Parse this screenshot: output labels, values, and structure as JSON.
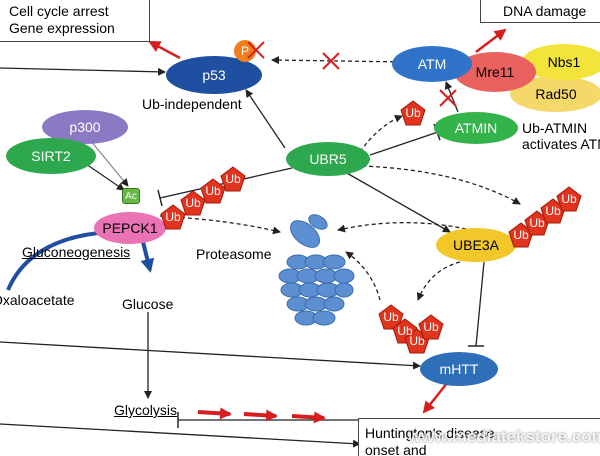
{
  "boxes": {
    "cell_cycle_line1": "Cell cycle arrest",
    "cell_cycle_line2": "Gene expression",
    "dna_damage": "DNA damage",
    "huntington_line1": "Huntington's disease",
    "huntington_line2": "onset and"
  },
  "nodes": {
    "p53": "p53",
    "atm": "ATM",
    "mre11": "Mre11",
    "nbs1": "Nbs1",
    "rad50": "Rad50",
    "atmin": "ATMIN",
    "p300": "p300",
    "sirt2": "SIRT2",
    "ubr5": "UBR5",
    "pepck1": "PEPCK1",
    "ube3a": "UBE3A",
    "mhtt": "mHTT"
  },
  "badges": {
    "phospho": "P",
    "acetyl": "Ac",
    "ub": "Ub"
  },
  "labels": {
    "ub_independent": "Ub-independent",
    "ub_atmin_line1": "Ub-ATMIN",
    "ub_atmin_line2": "activates ATM",
    "gluconeogenesis": "Gluconeogenesis",
    "oxaloacetate": "Oxaloacetate",
    "glucose": "Glucose",
    "glycolysis": "Glycolysis",
    "proteasome": "Proteasome"
  },
  "watermark": "www.mediatekstore.com",
  "colors": {
    "p53": "#1f4fa0",
    "atm": "#2f74c9",
    "mre11": "#e8615f",
    "nbs1": "#f2e43a",
    "rad50": "#f4d86a",
    "atmin": "#33b34a",
    "p300": "#8c79c4",
    "sirt2": "#2ea84f",
    "ubr5": "#2ea84f",
    "pepck1": "#e973b4",
    "ube3a": "#f2c72a",
    "mhtt": "#2f6eb8",
    "ub": "#e0341f",
    "proteasome": "#5b8fd1",
    "arrow_red": "#d71e1e"
  }
}
